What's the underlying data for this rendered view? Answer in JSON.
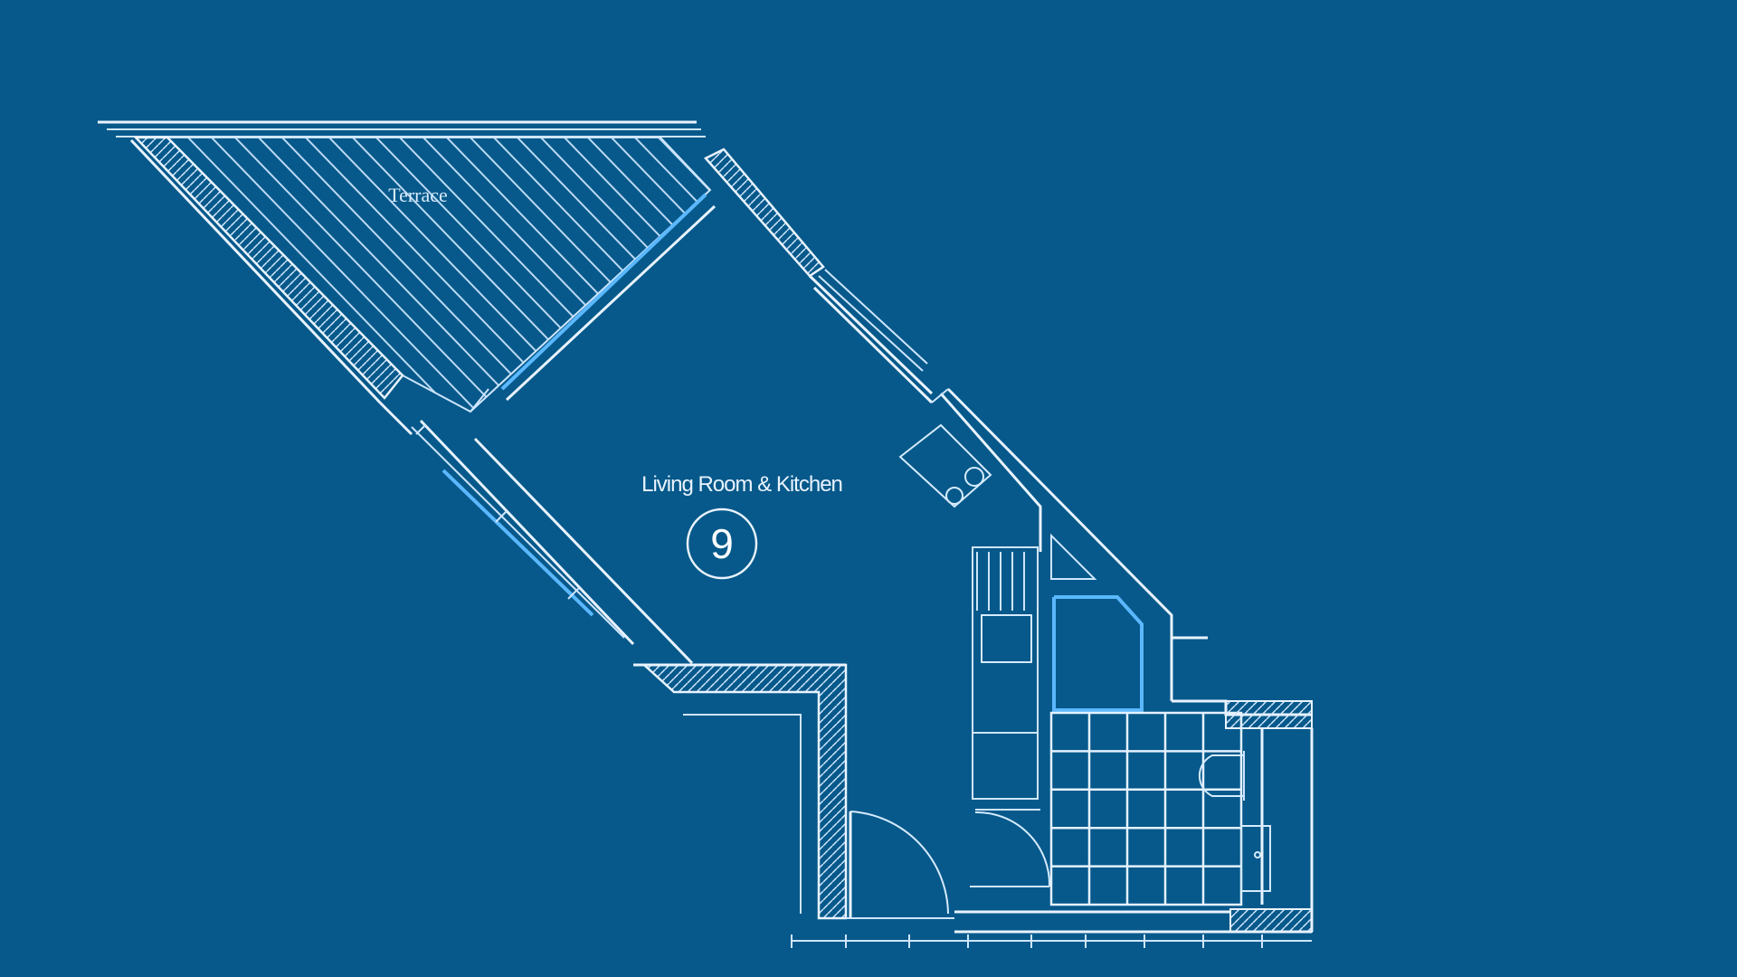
{
  "colors": {
    "background": "#06598a",
    "line": "#e9f3ff",
    "accent_glow": "#5bb8ff"
  },
  "rooms": {
    "terrace": {
      "label": "Terrace"
    },
    "living": {
      "label": "Living Room & Kitchen",
      "number": "9"
    }
  }
}
